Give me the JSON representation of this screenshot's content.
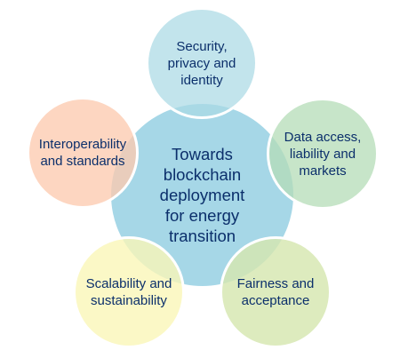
{
  "center": {
    "label": "Towards\nblockchain\ndeployment\nfor energy\ntransition"
  },
  "topics": {
    "top": "Security,\nprivacy and\nidentity",
    "right": "Data access,\nliability and\nmarkets",
    "left": "Interoperability\nand standards",
    "bottom_left": "Scalability and\nsustainability",
    "bottom_right": "Fairness and\nacceptance"
  },
  "colors": {
    "center": "#84c7de",
    "top": "#aadae4",
    "right": "#b4dcb7",
    "left": "#fccab0",
    "bottom_left": "#faf6b8",
    "bottom_right": "#d6e6b0",
    "text": "#0b2f6b"
  }
}
